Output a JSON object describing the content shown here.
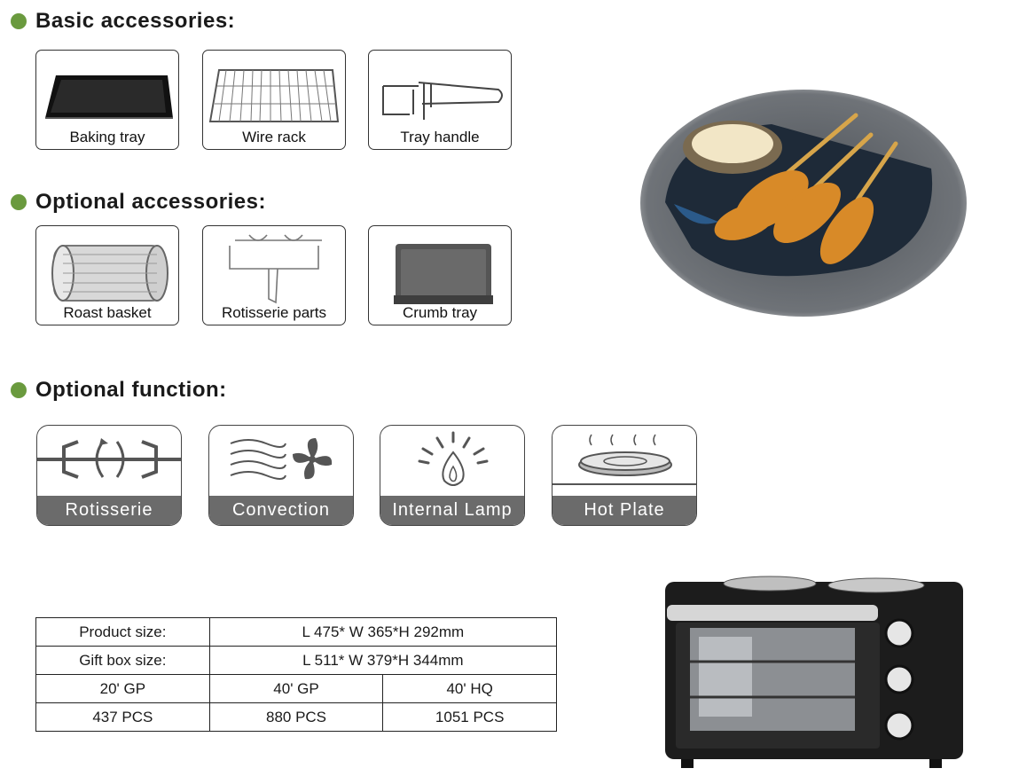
{
  "sections": {
    "basic": "Basic accessories:",
    "optional_accessories": "Optional accessories:",
    "optional_function": "Optional function:"
  },
  "basic_accessories": [
    {
      "label": "Baking tray",
      "icon": "baking-tray-icon"
    },
    {
      "label": "Wire rack",
      "icon": "wire-rack-icon"
    },
    {
      "label": "Tray handle",
      "icon": "tray-handle-icon"
    }
  ],
  "optional_accessories": [
    {
      "label": "Roast basket",
      "icon": "roast-basket-icon"
    },
    {
      "label": "Rotisserie parts",
      "icon": "rotisserie-parts-icon"
    },
    {
      "label": "Crumb tray",
      "icon": "crumb-tray-icon"
    }
  ],
  "functions": [
    {
      "label": "Rotisserie",
      "icon": "rotisserie-icon"
    },
    {
      "label": "Convection",
      "icon": "convection-fan-icon"
    },
    {
      "label": "Internal Lamp",
      "icon": "lamp-flame-icon"
    },
    {
      "label": "Hot Plate",
      "icon": "hot-plate-icon"
    }
  ],
  "specs": {
    "product_size_label": "Product size:",
    "product_size_value": "L 475* W 365*H 292mm",
    "gift_box_label": "Gift box size:",
    "gift_box_value": "L 511* W 379*H 344mm",
    "containers": [
      "20' GP",
      "40' GP",
      "40' HQ"
    ],
    "quantities": [
      "437 PCS",
      "880 PCS",
      "1051 PCS"
    ]
  },
  "colors": {
    "bullet": "#6a9a3e",
    "function_label_bg": "#6b6b6b"
  }
}
